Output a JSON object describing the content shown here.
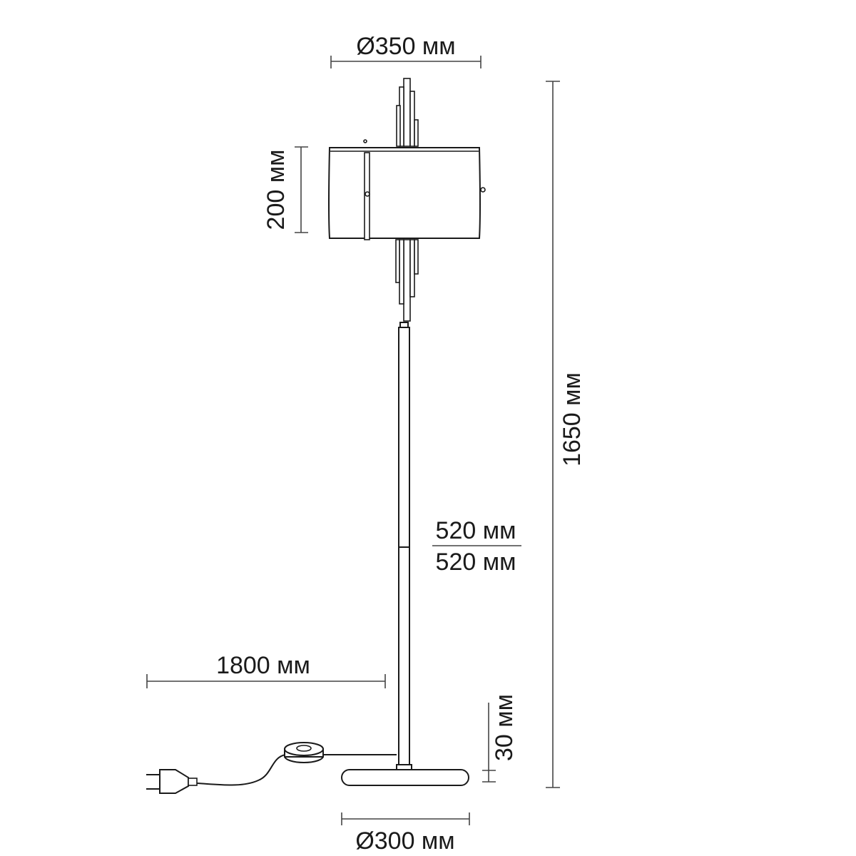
{
  "dimensions": {
    "shade_diameter": "Ø350 мм",
    "shade_height": "200 мм",
    "total_height": "1650 мм",
    "stem_upper": "520 мм",
    "stem_lower": "520 мм",
    "cord_length": "1800 мм",
    "base_height": "30 мм",
    "base_diameter": "Ø300 мм"
  },
  "colors": {
    "line": "#1a1a1a",
    "dimension_line": "#444444",
    "background": "#ffffff"
  }
}
